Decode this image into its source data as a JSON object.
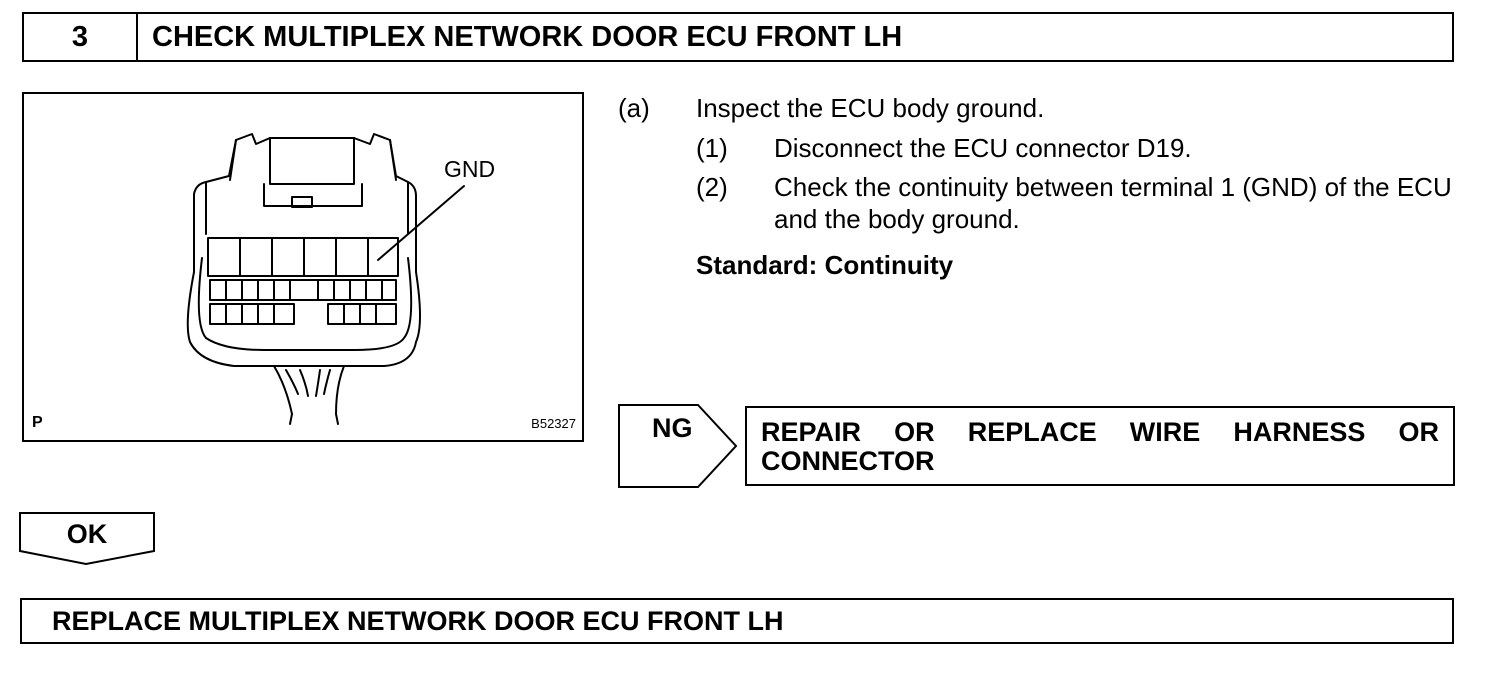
{
  "step": {
    "number": "3",
    "title": "CHECK MULTIPLEX NETWORK DOOR ECU FRONT LH"
  },
  "figure": {
    "terminal_label": "GND",
    "corner_letter": "P",
    "figure_id": "B52327"
  },
  "instructions": {
    "a_label": "(a)",
    "a_text": "Inspect the ECU body ground.",
    "sub1_label": "(1)",
    "sub1_text": "Disconnect the ECU connector D19.",
    "sub2_label": "(2)",
    "sub2_text": "Check the continuity between terminal 1 (GND) of the ECU and the body ground.",
    "standard": "Standard: Continuity"
  },
  "ng_branch": {
    "label": "NG",
    "result": "REPAIR OR REPLACE WIRE HARNESS OR CONNECTOR"
  },
  "ok_branch": {
    "label": "OK"
  },
  "final_result": "REPLACE MULTIPLEX NETWORK DOOR ECU FRONT LH"
}
